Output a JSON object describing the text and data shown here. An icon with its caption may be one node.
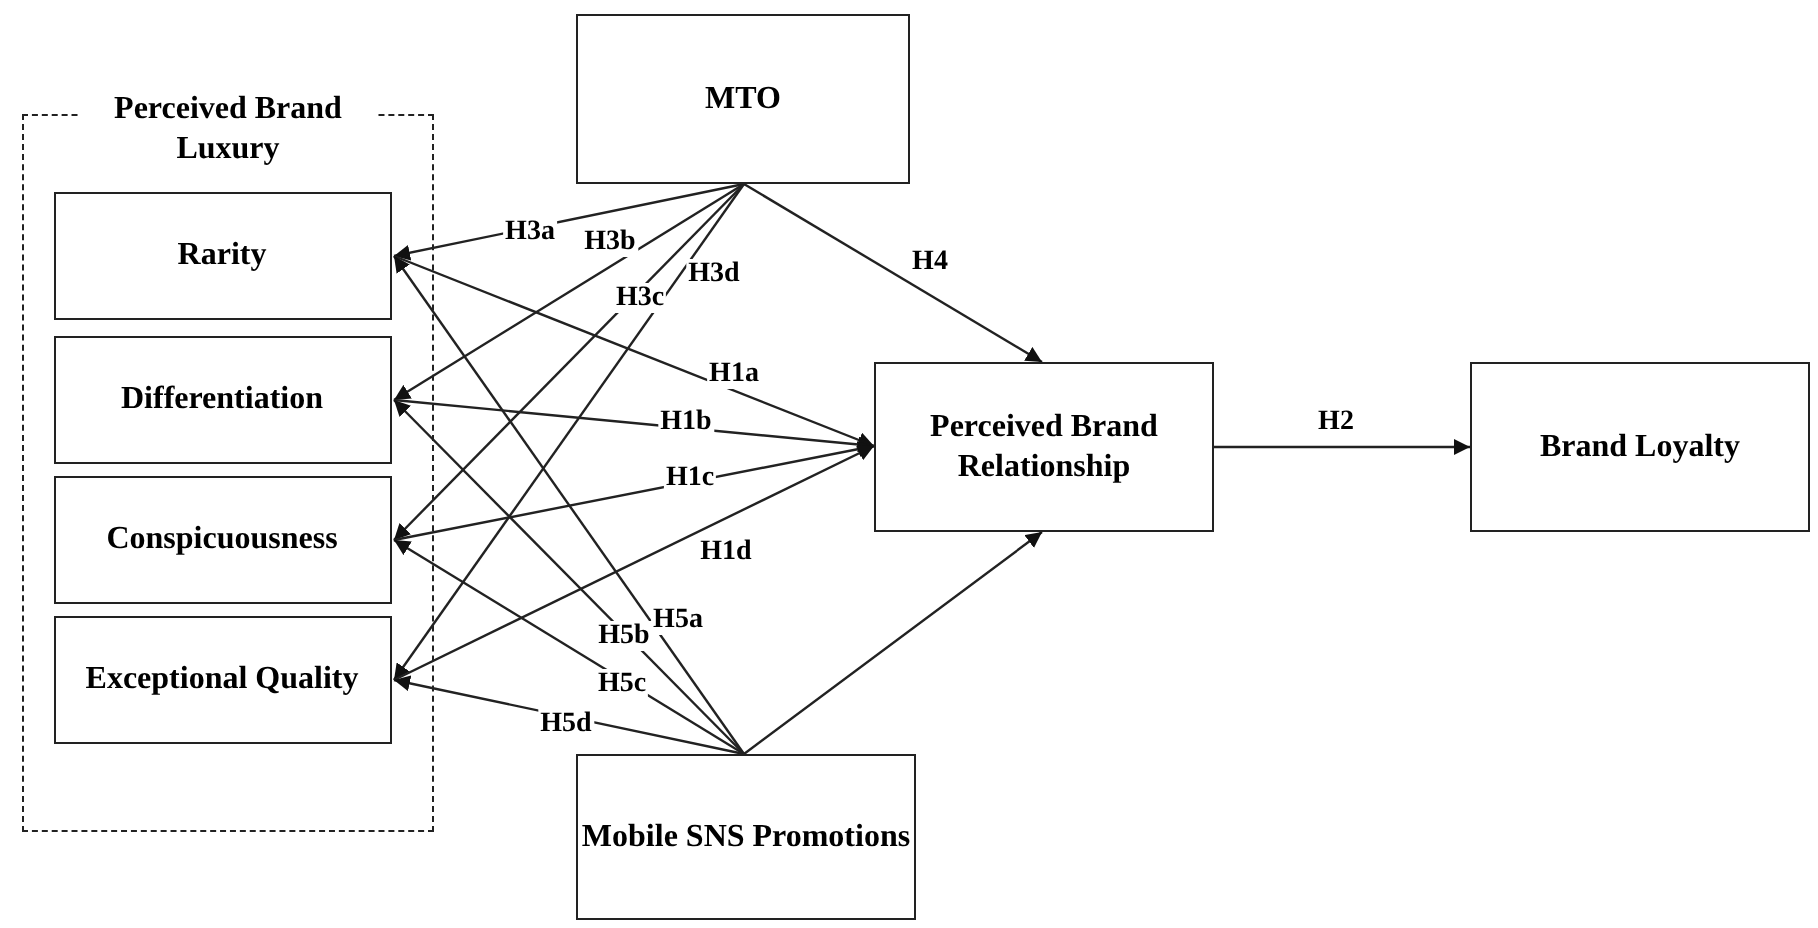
{
  "diagram": {
    "nodes": [
      {
        "text": [
          "Perceived Brand Luxury"
        ]
      },
      {
        "text": [
          "Rarity"
        ],
        "in": 0
      },
      {
        "text": [
          "Differentiation"
        ],
        "in": 0
      },
      {
        "text": [
          "Conspicuousness"
        ],
        "in": 0
      },
      {
        "text": [
          "Exceptional Quality"
        ],
        "in": 0
      },
      {
        "text": [
          "MTO"
        ]
      },
      {
        "text": [
          "Perceived Brand Relationship"
        ]
      },
      {
        "text": [
          "Brand Loyalty"
        ]
      },
      {
        "text": [
          "Mobile SNS Promotions"
        ]
      }
    ],
    "edges": [
      {
        "from": 5,
        "to": 6,
        "arrow": "to",
        "label": "H4"
      },
      {
        "from": 6,
        "to": 7,
        "arrow": "to",
        "label": "H2"
      },
      {
        "from": 8,
        "to": 6,
        "arrow": "to"
      },
      {
        "from": 5,
        "to": 1,
        "arrow": "to",
        "label": "H3a"
      },
      {
        "from": 5,
        "to": 2,
        "arrow": "to",
        "label": "H3b"
      },
      {
        "from": 5,
        "to": 3,
        "arrow": "to",
        "label": "H3c"
      },
      {
        "from": 5,
        "to": 4,
        "arrow": "to",
        "label": "H3d"
      },
      {
        "from": 1,
        "to": 6,
        "arrow": "to",
        "label": "H1a"
      },
      {
        "from": 2,
        "to": 6,
        "arrow": "to",
        "label": "H1b"
      },
      {
        "from": 3,
        "to": 6,
        "arrow": "to",
        "label": "H1c"
      },
      {
        "from": 4,
        "to": 6,
        "arrow": "to",
        "label": "H1d"
      },
      {
        "from": 8,
        "to": 1,
        "arrow": "to",
        "label": "H5a"
      },
      {
        "from": 8,
        "to": 2,
        "arrow": "to",
        "label": "H5b"
      },
      {
        "from": 8,
        "to": 3,
        "arrow": "to",
        "label": "H5c"
      },
      {
        "from": 8,
        "to": 4,
        "arrow": "to",
        "label": "H5d"
      }
    ]
  }
}
